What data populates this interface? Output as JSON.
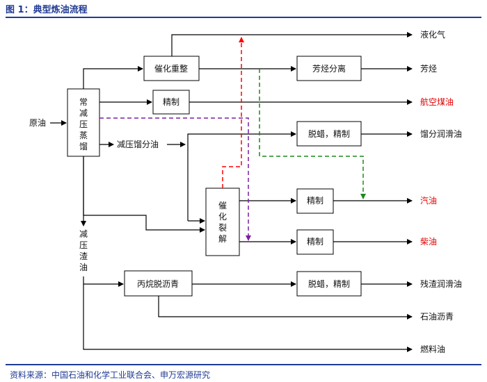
{
  "figure": {
    "title": "图 1：典型炼油流程",
    "source": "资料来源：中国石油和化学工业联合会、申万宏源研究"
  },
  "nodes": {
    "crude": "原油",
    "distill": [
      "常",
      "减",
      "压",
      "蒸",
      "馏"
    ],
    "reforming": "催化重整",
    "refine1": "精制",
    "vac_gasoil": "减压馏分油",
    "vac_residue": [
      "减",
      "压",
      "渣",
      "油"
    ],
    "aromatics_sep": "芳烃分离",
    "dewax1": "脱蜡，精制",
    "cracking": [
      "催",
      "化",
      "裂",
      "解"
    ],
    "refine2": "精制",
    "refine3": "精制",
    "deasphalt": "丙烷脱沥青",
    "dewax2": "脱蜡，精制"
  },
  "products": {
    "lpg": "液化气",
    "aromatics": "芳烃",
    "jet_fuel": "航空煤油",
    "distillate_lube": "馏分润滑油",
    "gasoline": "汽油",
    "diesel": "柴油",
    "residue_lube": "残渣润滑油",
    "asphalt": "石油沥青",
    "fuel_oil": "燃料油"
  },
  "colors": {
    "accent_blue": "#1f3a93",
    "highlight_red": "#e00000",
    "dash_red": "#ff0000",
    "dash_purple": "#7a1fa2",
    "dash_green": "#1a8a1a"
  }
}
